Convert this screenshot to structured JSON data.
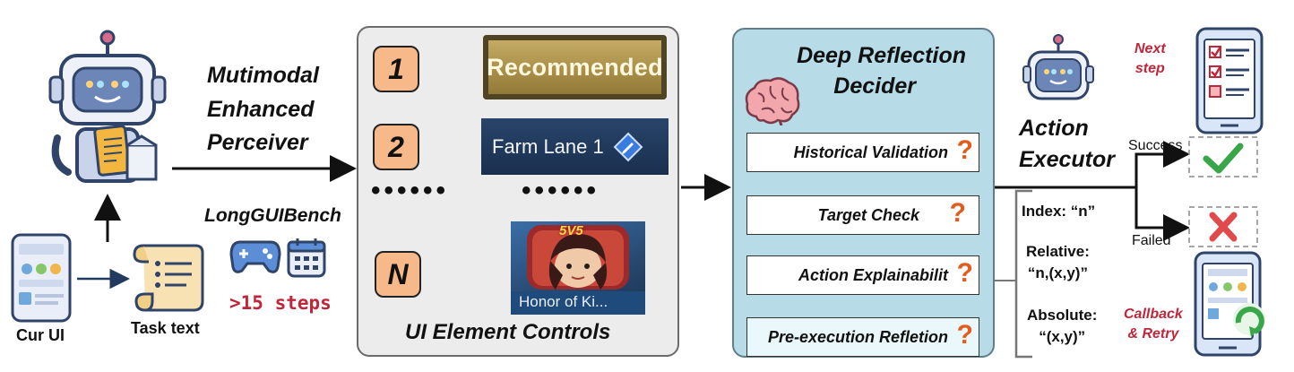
{
  "perceiver": {
    "title_line1": "Mutimodal",
    "title_line2": "Enhanced",
    "title_line3": "Perceiver"
  },
  "inputs": {
    "cur_ui_label": "Cur UI",
    "task_text_label": "Task text",
    "bench_name": "LongGUIBench",
    "steps_label": ">15 steps"
  },
  "controls": {
    "items": [
      {
        "index": "1",
        "thumbnail_text": "Recommended"
      },
      {
        "index": "2",
        "thumbnail_text": "Farm Lane 1"
      },
      {
        "index": "N",
        "thumbnail_text": "Honor of Ki..."
      }
    ],
    "ellipsis_left": "••••••",
    "ellipsis_right": "••••••",
    "label": "UI Element Controls",
    "badge_5v5": "5V5"
  },
  "decider": {
    "title_line1": "Deep Reflection",
    "title_line2": "Decider",
    "steps": [
      "Historical Validation",
      "Target Check",
      "Action Explainabilit",
      "Pre-execution Refletion"
    ],
    "question_mark": "?"
  },
  "executor": {
    "title_line1": "Action",
    "title_line2": "Executor",
    "success_label": "Success",
    "failed_label": "Failed",
    "next_step_line1": "Next",
    "next_step_line2": "step",
    "callback_line1": "Callback",
    "callback_line2": "& Retry",
    "index_label": "Index: “n”",
    "relative_line1": "Relative:",
    "relative_line2": "“n,(x,y)”",
    "absolute_line1": "Absolute:",
    "absolute_line2": "“(x,y)”"
  },
  "colors": {
    "accent_red": "#c0263a",
    "number_fill": "#f7b98a",
    "decider_panel": "#b7dce8",
    "controls_panel": "#ececec"
  }
}
